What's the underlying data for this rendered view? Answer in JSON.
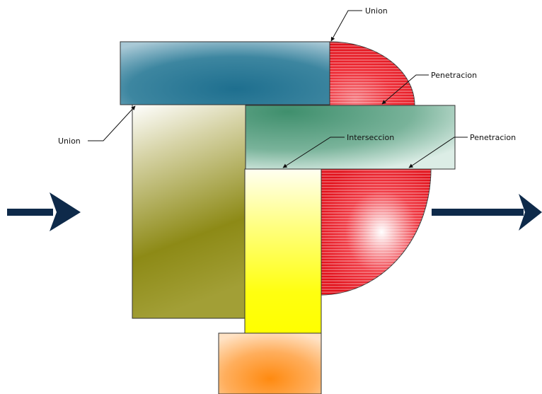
{
  "labels": {
    "union_top": "Union",
    "union_left": "Union",
    "penetracion_top": "Penetracion",
    "penetracion_right": "Penetracion",
    "interseccion": "Interseccion"
  },
  "colors": {
    "blue_block": "#2f7f9b",
    "olive_block": "#8f8c1a",
    "green_block": "#4f9f7f",
    "yellow_block": "#ffff00",
    "red_sphere": "#e8101a",
    "orange_block": "#ff8c1a",
    "arrow": "#0e2a4a"
  },
  "icons": {
    "left_arrow": "arrow-right-icon",
    "right_arrow": "arrow-right-icon"
  }
}
